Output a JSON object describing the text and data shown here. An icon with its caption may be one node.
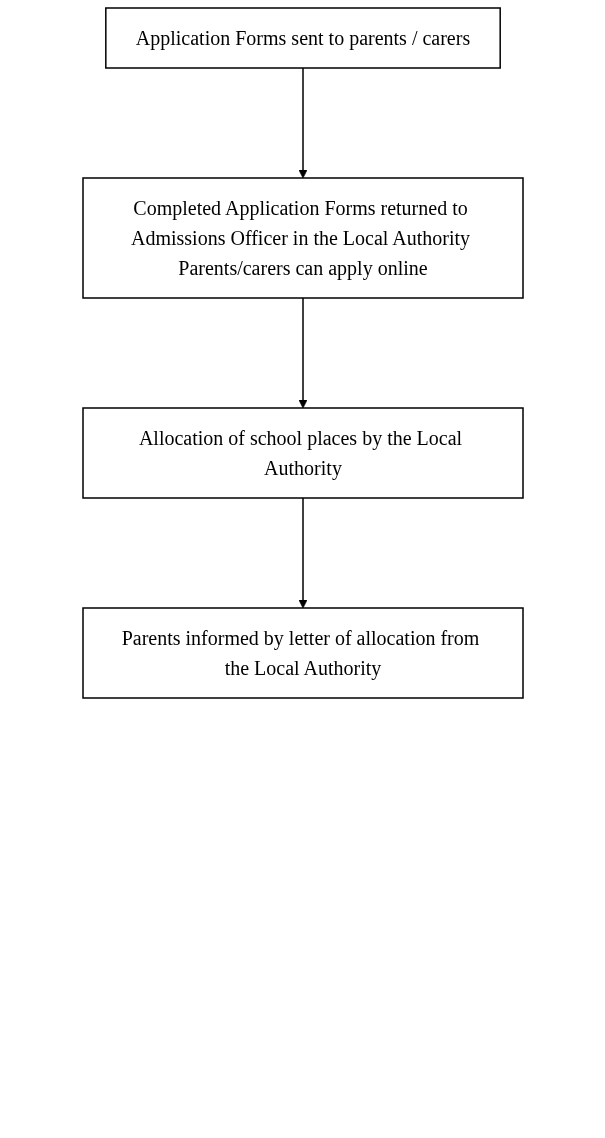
{
  "diagram": {
    "nodes": [
      {
        "text": [
          "Application Forms sent to parents / carers"
        ]
      },
      {
        "text": [
          "Completed Application Forms returned to Admissions Officer in the Local Authority Parents/carers can apply online"
        ]
      },
      {
        "text": [
          "Allocation of school places by the Local Authority"
        ]
      },
      {
        "text": [
          "Parents informed by letter of allocation from the Local Authority"
        ]
      }
    ],
    "edges": [
      {
        "from": 0,
        "to": 1,
        "arrow": "to"
      },
      {
        "from": 1,
        "to": 2,
        "arrow": "to"
      },
      {
        "from": 2,
        "to": 3,
        "arrow": "to"
      }
    ]
  }
}
